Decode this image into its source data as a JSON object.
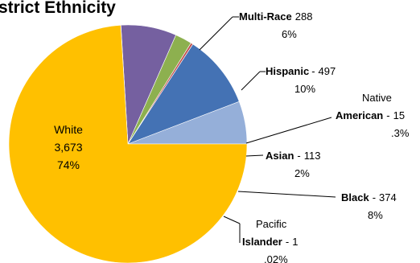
{
  "chart_data": {
    "type": "pie",
    "title": "strict Ethnicity",
    "slices": [
      {
        "id": "multirace",
        "name": "Multi-Race",
        "value": 288,
        "display_value": "288",
        "percent_label": "6%",
        "color": "#95AFD9"
      },
      {
        "id": "hispanic",
        "name": "Hispanic",
        "value": 497,
        "display_value": "497",
        "percent_label": "10%",
        "color": "#4472B4"
      },
      {
        "id": "native",
        "name": "Native American",
        "name_line1": "Native",
        "name_line2": "American",
        "value": 15,
        "display_value": "15",
        "percent_label": ".3%",
        "color": "#C0504D"
      },
      {
        "id": "asian",
        "name": "Asian",
        "value": 113,
        "display_value": "113",
        "percent_label": "2%",
        "color": "#8DB04F"
      },
      {
        "id": "black",
        "name": "Black",
        "value": 374,
        "display_value": "374",
        "percent_label": "8%",
        "color": "#7560A0"
      },
      {
        "id": "pacific",
        "name": "Pacific Islander",
        "name_line1": "Pacific",
        "name_line2": "Islander",
        "value": 1,
        "display_value": "1",
        "percent_label": ".02%",
        "color": "#4BACC6"
      },
      {
        "id": "white",
        "name": "White",
        "value": 3673,
        "display_value": "3,673",
        "percent_label": "74%",
        "color": "#FFC000"
      }
    ],
    "start_angle_deg": 0,
    "direction": "counterclockwise",
    "legend": "none",
    "data_labels": "outside-with-leaders"
  }
}
